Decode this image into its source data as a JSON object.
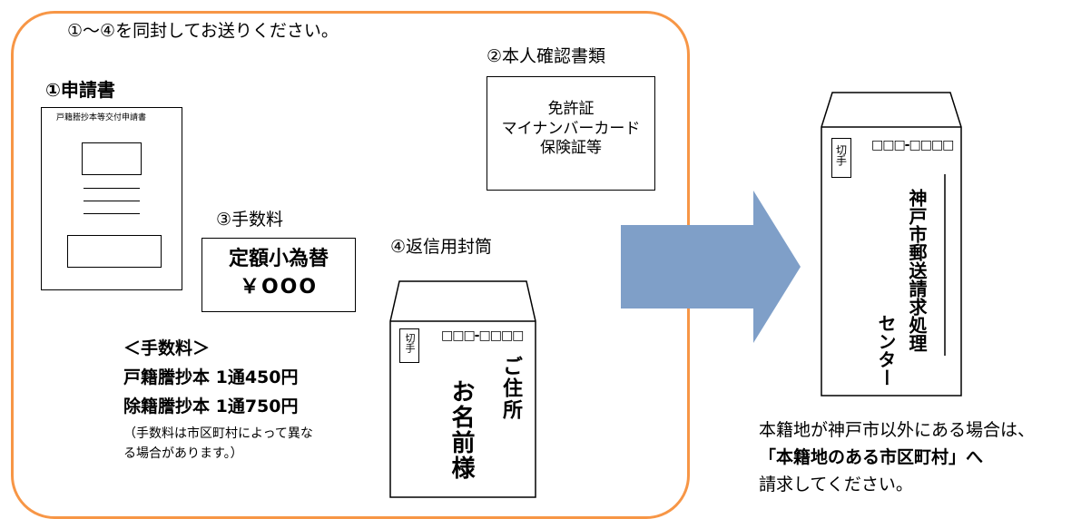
{
  "colors": {
    "frame": "#f79646",
    "arrow": "#7f9fc8",
    "stroke": "#000000"
  },
  "instruction": "①～④を同封してお送りください。",
  "application": {
    "heading": "①申請書",
    "form_title": "戸籍謄抄本等交付申請書"
  },
  "fee": {
    "heading": "③手数料",
    "box_line1": "定額小為替",
    "box_line2": "￥OOO"
  },
  "id_docs": {
    "heading": "②本人確認書類",
    "line1": "免許証",
    "line2": "マイナンバーカード",
    "line3": "保険証等"
  },
  "return_envelope": {
    "heading": "④返信用封筒",
    "stamp": "切手",
    "postal": "□□□-□□□□",
    "address": "ご住所",
    "name": "お名前様"
  },
  "fee_info": {
    "heading": "＜手数料＞",
    "line1": "戸籍謄抄本 1通450円",
    "line2": "除籍謄抄本 1通750円",
    "note1": "（手数料は市区町村によって異な",
    "note2": "る場合があります。）"
  },
  "send_envelope": {
    "stamp": "切手",
    "postal": "□□□-□□□□",
    "recipient1": "神戸市郵送請求処理",
    "recipient2": "センター"
  },
  "note": {
    "line1": "本籍地が神戸市以外にある場合は、",
    "line2": "「本籍地のある市区町村」へ",
    "line3": "請求してください。"
  }
}
